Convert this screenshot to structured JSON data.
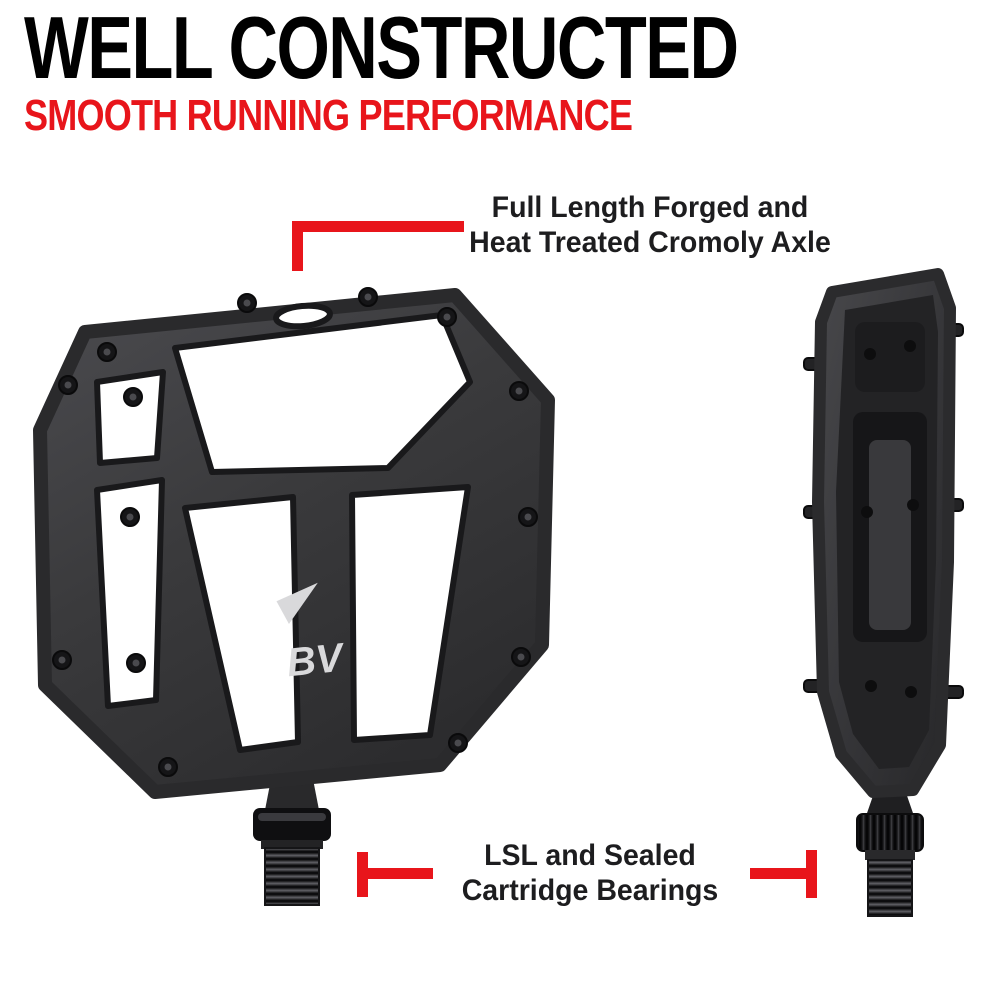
{
  "title": "WELL CONSTRUCTED",
  "subtitle": "SMOOTH RUNNING PERFORMANCE",
  "callouts": {
    "axle": {
      "line1": "Full Length Forged and",
      "line2": "Heat  Treated Cromoly Axle"
    },
    "bearings": {
      "line1": "LSL and Sealed",
      "line2": "Cartridge Bearings"
    }
  },
  "brand": {
    "logo_text": "BV"
  },
  "colors": {
    "accent": "#e8151b",
    "heading": "#000000",
    "annotation_text": "#1d1d1f",
    "pedal_body": "#3a3a3c",
    "background": "#ffffff"
  },
  "icons": {
    "front_view": "pedal-front-view",
    "side_view": "pedal-side-view",
    "logo": "bv-logo"
  }
}
